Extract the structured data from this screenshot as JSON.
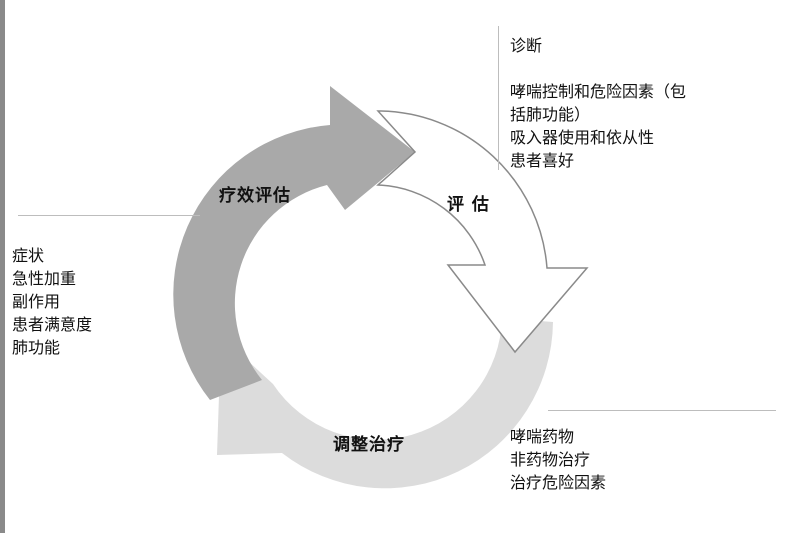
{
  "stages": {
    "assess": {
      "label": "评 估"
    },
    "adjust": {
      "label": "调整治疗"
    },
    "review": {
      "label": "疗效评估"
    }
  },
  "notes": {
    "assess": [
      "诊断",
      "",
      "哮喘控制和危险因素（包",
      "括肺功能）",
      "吸入器使用和依从性",
      "患者喜好"
    ],
    "adjust": [
      "哮喘药物",
      "非药物治疗",
      "治疗危险因素"
    ],
    "review": [
      "症状",
      "急性加重",
      "副作用",
      "患者满意度",
      "肺功能"
    ]
  },
  "colors": {
    "review_arrow": "#a9a9a9",
    "adjust_arrow": "#dcdcdc",
    "assess_arrow_fill": "#ffffff",
    "assess_arrow_stroke": "#8a8a8a",
    "text": "#111111",
    "guide_line": "#bdbdbd"
  }
}
